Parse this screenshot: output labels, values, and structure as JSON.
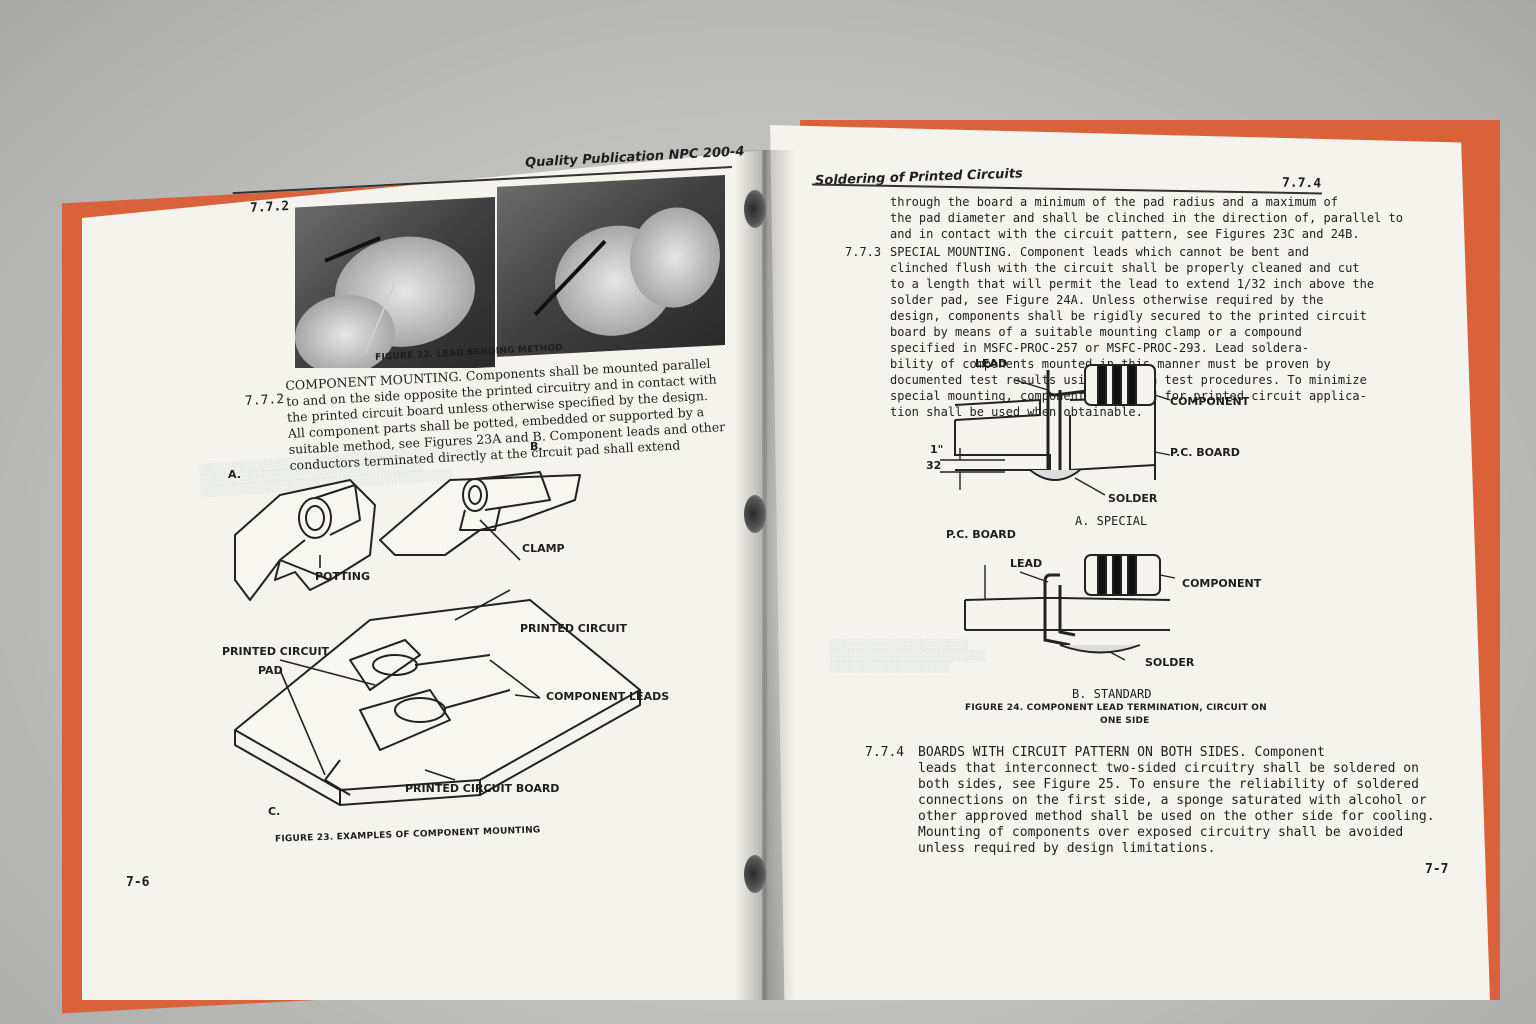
{
  "left_page": {
    "header": "Quality Publication NPC 200-4",
    "section_tag": "7.7.2",
    "fig22_caption": "FIGURE 22. LEAD BENDING METHOD",
    "para_num": "7.7.2",
    "para_lines": [
      "COMPONENT MOUNTING. Components shall be mounted parallel",
      "to and on the side opposite the printed circuitry and in contact with",
      "the printed circuit board unless otherwise specified by the design.",
      "All component parts shall be potted, embedded or supported by a",
      "suitable method, see Figures 23A and B. Component leads and other",
      "conductors terminated directly at the circuit pad shall extend"
    ],
    "fig23_labels": {
      "a": "A.",
      "b": "B.",
      "c": "C.",
      "potting": "POTTING",
      "clamp": "CLAMP",
      "printed_circuit": "PRINTED CIRCUIT",
      "printed_circuit_pad_1": "PRINTED CIRCUIT",
      "printed_circuit_pad_2": "PAD",
      "component_leads": "COMPONENT LEADS",
      "printed_circuit_board": "PRINTED CIRCUIT BOARD"
    },
    "fig23_caption": "FIGURE 23. EXAMPLES OF COMPONENT MOUNTING",
    "page_number": "7-6"
  },
  "right_page": {
    "header": "Soldering of Printed Circuits",
    "section_tag": "7.7.4",
    "cont_lines": [
      "through the board a minimum of the pad radius and a maximum of",
      "the pad diameter and shall be clinched in the direction of, parallel to",
      "and in contact with the circuit pattern, see Figures 23C and 24B."
    ],
    "p773_num": "7.7.3",
    "p773_lines": [
      "SPECIAL MOUNTING. Component leads which cannot be bent and",
      "clinched flush with the circuit shall be properly cleaned and cut",
      "to a length that will permit the lead to extend 1/32 inch above the",
      "solder pad, see Figure 24A. Unless otherwise required by the",
      "design, components shall be rigidly secured to the printed circuit",
      "board by means of a suitable mounting clamp or a compound",
      "specified in MSFC-PROC-257 or MSFC-PROC-293. Lead soldera-",
      "bility of components mounted in this manner must be proven by",
      "documented test results using written test procedures. To minimize",
      "special mounting, components designed for printed circuit applica-",
      "tion shall be used when obtainable."
    ],
    "fig24_labels": {
      "lead_a": "LEAD",
      "component_a": "COMPONENT",
      "pcboard_a": "P.C. BOARD",
      "solder_a": "SOLDER",
      "dim_num": "1\"",
      "dim_den": "32",
      "special": "A. SPECIAL",
      "pcboard_b": "P.C. BOARD",
      "lead_b": "LEAD",
      "component_b": "COMPONENT",
      "solder_b": "SOLDER",
      "standard": "B. STANDARD"
    },
    "fig24_caption_1": "FIGURE 24. COMPONENT LEAD TERMINATION, CIRCUIT ON",
    "fig24_caption_2": "ONE SIDE",
    "p774_num": "7.7.4",
    "p774_lines": [
      "BOARDS WITH CIRCUIT PATTERN ON BOTH SIDES. Component",
      "leads that interconnect two-sided circuitry shall be soldered on",
      "both sides, see Figure 25. To ensure the reliability of soldered",
      "connections on the first side, a sponge saturated with alcohol or",
      "other approved method shall be used on the other side for cooling.",
      "Mounting of components over exposed circuitry shall be avoided",
      "unless required by design limitations."
    ],
    "page_number": "7-7"
  }
}
